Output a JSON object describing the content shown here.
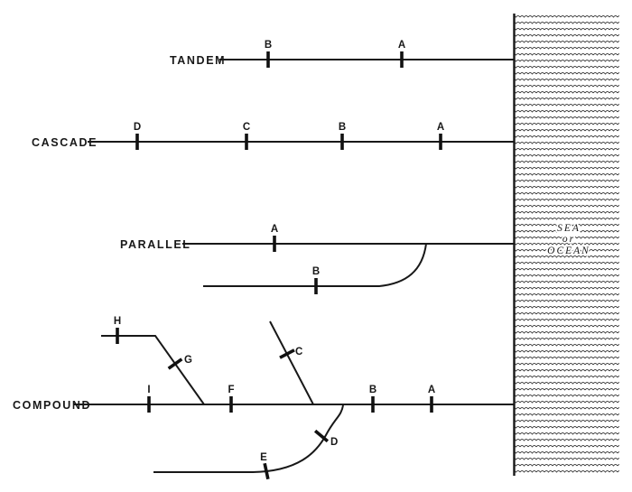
{
  "palette": {
    "ink": "#181818",
    "paper": "#ffffff",
    "wave": "#2f2f2f"
  },
  "sea": {
    "line1": "SEA",
    "line2": "or",
    "line3": "OCEAN"
  },
  "systems": {
    "tandem": {
      "label": "TANDEM",
      "dam_a": "A",
      "dam_b": "B"
    },
    "cascade": {
      "label": "CASCADE",
      "dam_a": "A",
      "dam_b": "B",
      "dam_c": "C",
      "dam_d": "D"
    },
    "parallel": {
      "label": "PARALLEL",
      "dam_a": "A",
      "dam_b": "B"
    },
    "compound": {
      "label": "COMPOUND",
      "dam_a": "A",
      "dam_b": "B",
      "dam_c": "C",
      "dam_d": "D",
      "dam_e": "E",
      "dam_f": "F",
      "dam_g": "G",
      "dam_h": "H",
      "dam_i": "I"
    }
  }
}
